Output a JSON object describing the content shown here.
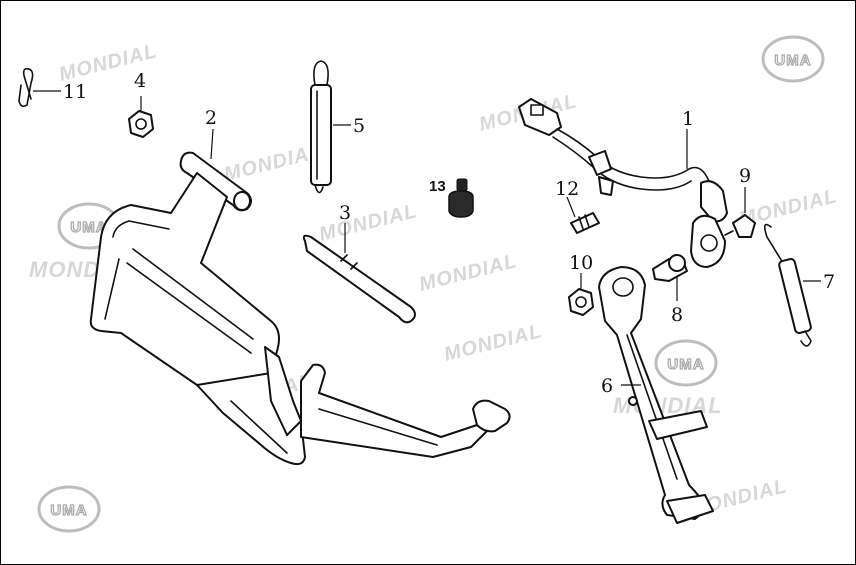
{
  "diagram": {
    "watermark": {
      "logo": "UMA",
      "brand": "MONDIAL"
    },
    "callouts": [
      {
        "id": "1",
        "label": "1"
      },
      {
        "id": "2",
        "label": "2"
      },
      {
        "id": "3",
        "label": "3"
      },
      {
        "id": "4",
        "label": "4"
      },
      {
        "id": "5",
        "label": "5"
      },
      {
        "id": "6",
        "label": "6"
      },
      {
        "id": "7",
        "label": "7"
      },
      {
        "id": "8",
        "label": "8"
      },
      {
        "id": "9",
        "label": "9"
      },
      {
        "id": "10",
        "label": "10"
      },
      {
        "id": "11",
        "label": "11"
      },
      {
        "id": "12",
        "label": "12"
      },
      {
        "id": "13",
        "label": "13"
      }
    ]
  }
}
